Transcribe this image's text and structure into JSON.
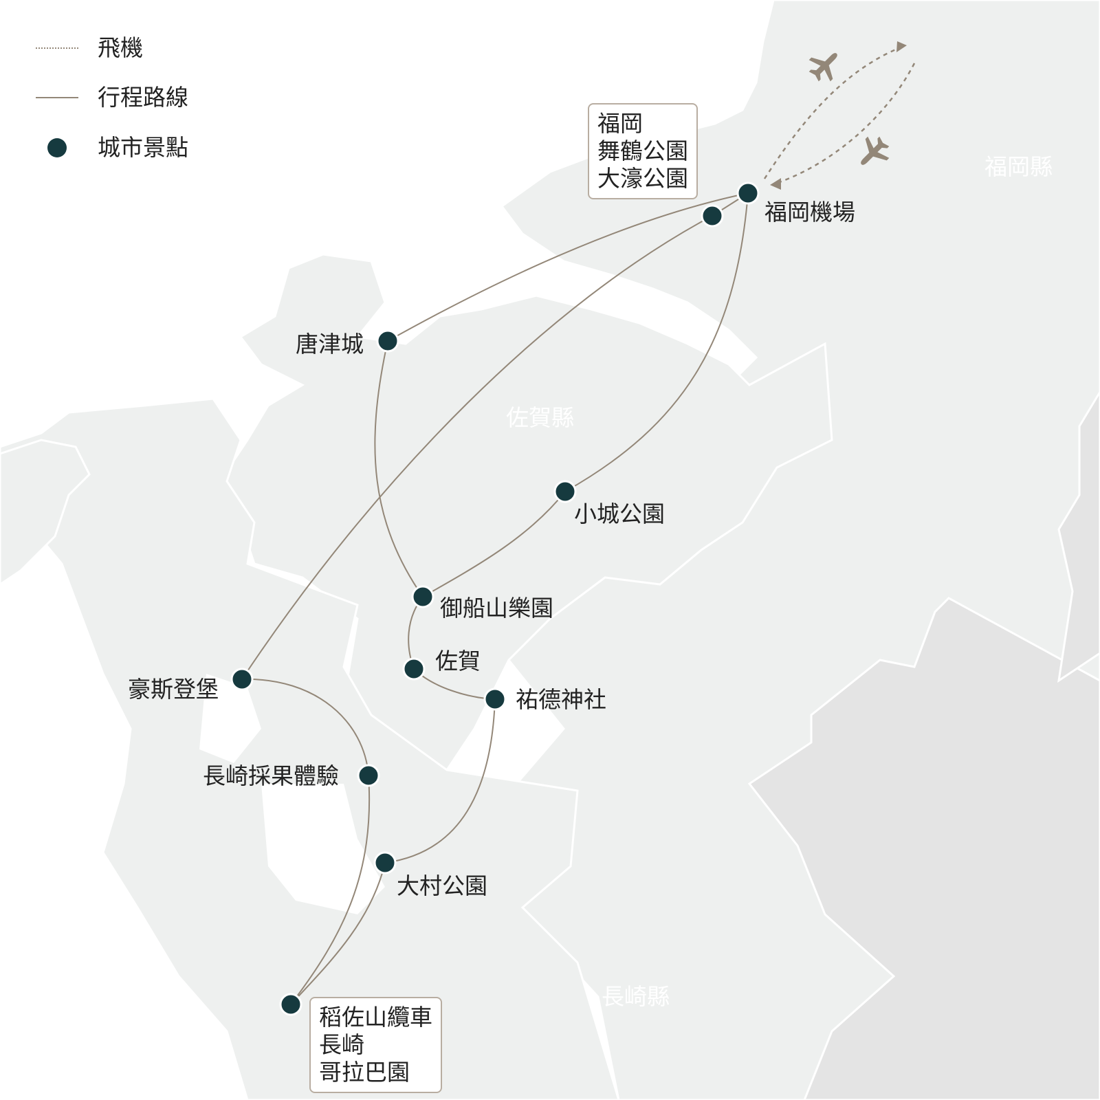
{
  "legend": {
    "flight_label": "飛機",
    "route_label": "行程路線",
    "spot_label": "城市景點"
  },
  "regions": {
    "fukuoka": "福岡縣",
    "saga": "佐賀縣",
    "nagasaki": "長崎縣"
  },
  "places": {
    "fukuoka_airport": "福岡機場",
    "karatsu_castle": "唐津城",
    "ogi_park": "小城公園",
    "mifuneyama": "御船山樂園",
    "saga": "佐賀",
    "yutoku_shrine": "祐德神社",
    "huis_ten_bosch": "豪斯登堡",
    "nagasaki_fruit": "長崎採果體驗",
    "omura_park": "大村公園"
  },
  "callouts": {
    "fukuoka": [
      "福岡",
      "舞鶴公園",
      "大濠公園"
    ],
    "nagasaki": [
      "稻佐山纜車",
      "長崎",
      "哥拉巴園"
    ]
  },
  "colors": {
    "route": "#938778",
    "spot": "#163a3f",
    "land_near": "#eef0ef",
    "land_far": "#e4e4e4",
    "sea": "#ffffff"
  },
  "icons": [
    "airplane-icon"
  ]
}
